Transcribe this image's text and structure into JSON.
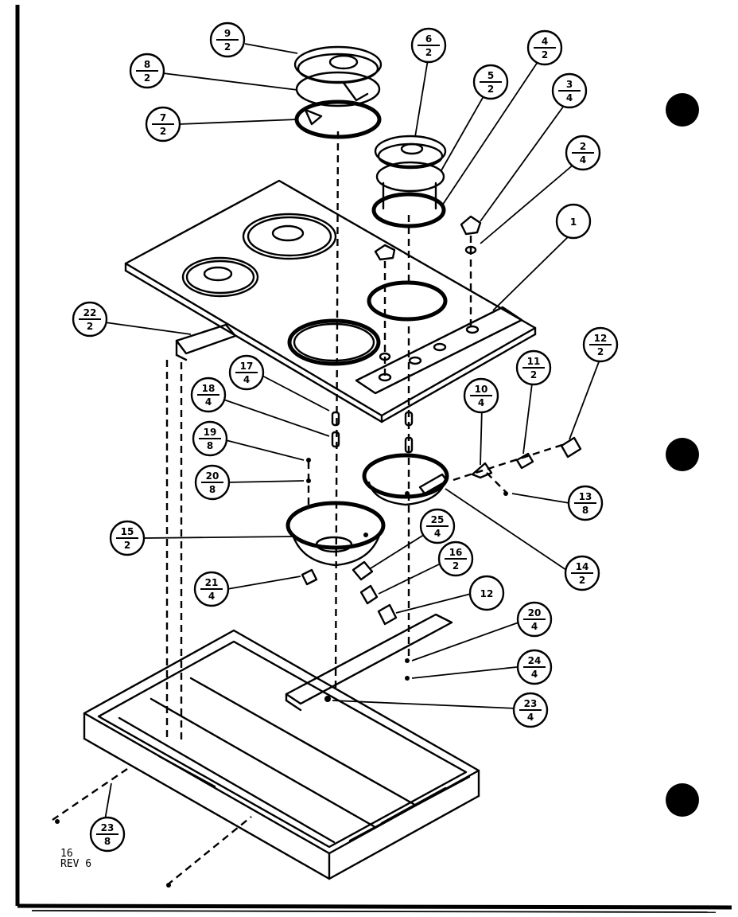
{
  "note": {
    "line1": "16",
    "line2": "REV 6"
  },
  "colors": {
    "ink": "#000000",
    "paper": "#ffffff"
  },
  "callouts": [
    {
      "id": "c-9",
      "top": "9",
      "bottom": "2"
    },
    {
      "id": "c-8",
      "top": "8",
      "bottom": "2"
    },
    {
      "id": "c-7",
      "top": "7",
      "bottom": "2"
    },
    {
      "id": "c-6",
      "top": "6",
      "bottom": "2"
    },
    {
      "id": "c-5",
      "top": "5",
      "bottom": "2"
    },
    {
      "id": "c-4",
      "top": "4",
      "bottom": "2"
    },
    {
      "id": "c-3",
      "top": "3",
      "bottom": "4"
    },
    {
      "id": "c-2",
      "top": "2",
      "bottom": "4"
    },
    {
      "id": "c-1",
      "top": "1",
      "bottom": ""
    },
    {
      "id": "c-22",
      "top": "22",
      "bottom": "2"
    },
    {
      "id": "c-17",
      "top": "17",
      "bottom": "4"
    },
    {
      "id": "c-18",
      "top": "18",
      "bottom": "4"
    },
    {
      "id": "c-19",
      "top": "19",
      "bottom": "8"
    },
    {
      "id": "c-20a",
      "top": "20",
      "bottom": "8"
    },
    {
      "id": "c-15",
      "top": "15",
      "bottom": "2"
    },
    {
      "id": "c-21",
      "top": "21",
      "bottom": "4"
    },
    {
      "id": "c-10",
      "top": "10",
      "bottom": "4"
    },
    {
      "id": "c-11",
      "top": "11",
      "bottom": "2"
    },
    {
      "id": "c-12a",
      "top": "12",
      "bottom": "2"
    },
    {
      "id": "c-13",
      "top": "13",
      "bottom": "8"
    },
    {
      "id": "c-14",
      "top": "14",
      "bottom": "2"
    },
    {
      "id": "c-25",
      "top": "25",
      "bottom": "4"
    },
    {
      "id": "c-16",
      "top": "16",
      "bottom": "2"
    },
    {
      "id": "c-12b",
      "top": "12",
      "bottom": ""
    },
    {
      "id": "c-20b",
      "top": "20",
      "bottom": "4"
    },
    {
      "id": "c-24",
      "top": "24",
      "bottom": "4"
    },
    {
      "id": "c-23a",
      "top": "23",
      "bottom": "4"
    },
    {
      "id": "c-23b",
      "top": "23",
      "bottom": "8"
    }
  ]
}
